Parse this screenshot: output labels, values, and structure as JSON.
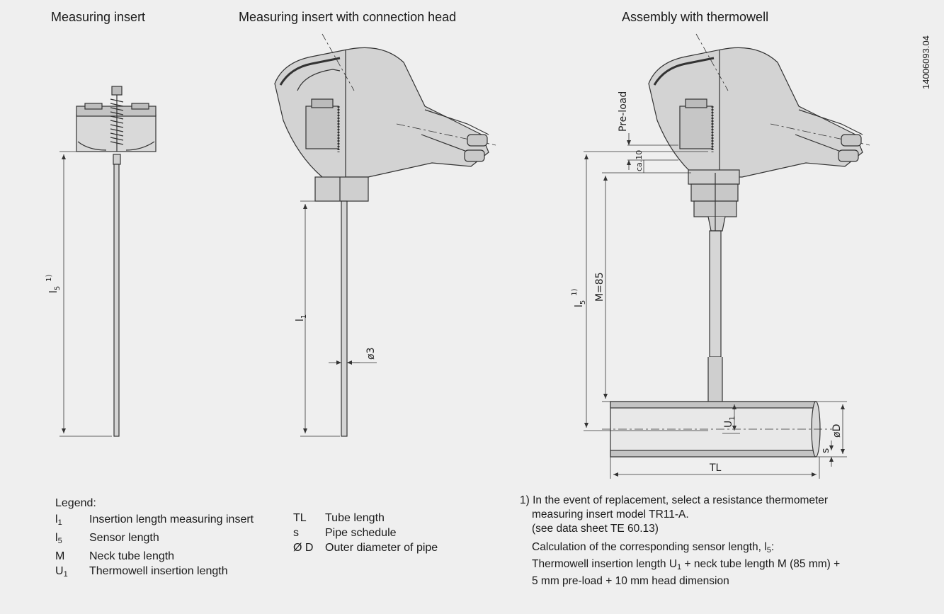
{
  "titles": {
    "insert": "Measuring insert",
    "insert_head": "Measuring insert with connection head",
    "assembly": "Assembly with thermowell"
  },
  "doc_id": "14006093.04",
  "dimensions": {
    "l5": "l",
    "l5_sub": "5",
    "l5_note": "1)",
    "l1": "l",
    "l1_sub": "1",
    "diameter": "ø3",
    "preload": "Pre-load",
    "ca10": "ca.10",
    "m85": "M=85",
    "u1": "U",
    "u1_sub": "1",
    "od": "øD",
    "s": "s",
    "tl": "TL"
  },
  "legend": {
    "heading": "Legend:",
    "left": [
      {
        "sym": "l",
        "sub": "1",
        "text": "Insertion length measuring insert"
      },
      {
        "sym": "l",
        "sub": "5",
        "text": "Sensor length"
      },
      {
        "sym": "M",
        "sub": "",
        "text": "Neck tube length"
      },
      {
        "sym": "U",
        "sub": "1",
        "text": "Thermowell insertion length"
      }
    ],
    "right": [
      {
        "sym": "TL",
        "text": "Tube length"
      },
      {
        "sym": "s",
        "text": "Pipe schedule"
      },
      {
        "sym": "Ø D",
        "text": "Outer diameter of pipe"
      }
    ]
  },
  "note": {
    "line1": "1) In the event of replacement, select a resistance thermometer",
    "line2": "measuring insert model TR11-A.",
    "line3": "(see data sheet TE 60.13)",
    "calc1": "Calculation of the corresponding sensor length, l",
    "calc1_sub": "5",
    "calc1_end": ":",
    "calc2a": "Thermowell insertion length U",
    "calc2_sub": "1",
    "calc2b": " + neck tube length M (85 mm) +",
    "calc3": "5 mm pre-load + 10 mm head dimension"
  }
}
